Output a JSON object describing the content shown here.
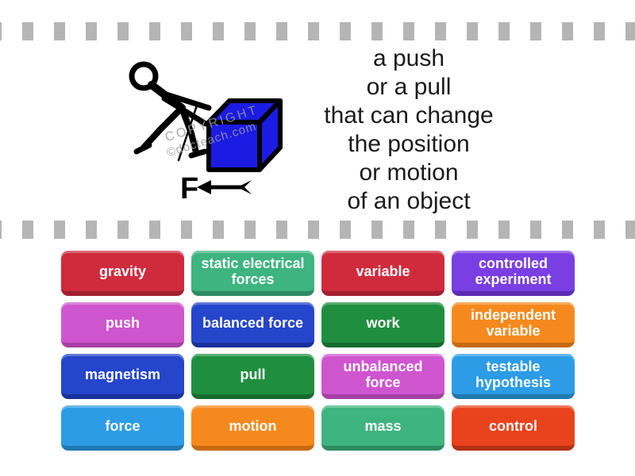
{
  "question": {
    "text": "a push\nor a pull\nthat can change\nthe position\nor motion\nof an object"
  },
  "illustration": {
    "description": "stick figure pushing a blue box",
    "force_label": "F",
    "watermark_line1": "COPYRIGHT",
    "watermark_line2": "©docteach.com",
    "box_color": "#1b1be4"
  },
  "theme": {
    "background": "#ffffff",
    "filmstrip_dash_color": "#b5b5b5",
    "question_text_color": "#1b1b1b",
    "tile_text_color": "#ffffff"
  },
  "tiles": [
    {
      "label": "gravity",
      "color": "#cf2b3d",
      "edge": "#a21f30"
    },
    {
      "label": "static electrical forces",
      "color": "#3eb480",
      "edge": "#2f8a62"
    },
    {
      "label": "variable",
      "color": "#cf2b3d",
      "edge": "#a21f30"
    },
    {
      "label": "controlled experiment",
      "color": "#7a3fe2",
      "edge": "#5b2bb4"
    },
    {
      "label": "push",
      "color": "#cf55cf",
      "edge": "#a640a6"
    },
    {
      "label": "balanced force",
      "color": "#2545cb",
      "edge": "#19319c"
    },
    {
      "label": "work",
      "color": "#1f8f3f",
      "edge": "#166b2e"
    },
    {
      "label": "independent variable",
      "color": "#f6891e",
      "edge": "#c66a12"
    },
    {
      "label": "magnetism",
      "color": "#2545cb",
      "edge": "#19319c"
    },
    {
      "label": "pull",
      "color": "#1f8f3f",
      "edge": "#166b2e"
    },
    {
      "label": "unbalanced force",
      "color": "#cf55cf",
      "edge": "#a640a6"
    },
    {
      "label": "testable hypothesis",
      "color": "#2c9ce6",
      "edge": "#2078af"
    },
    {
      "label": "force",
      "color": "#2c9ce6",
      "edge": "#2078af"
    },
    {
      "label": "motion",
      "color": "#f6891e",
      "edge": "#c66a12"
    },
    {
      "label": "mass",
      "color": "#3eb480",
      "edge": "#2f8a62"
    },
    {
      "label": "control",
      "color": "#e8431c",
      "edge": "#b23114"
    }
  ]
}
